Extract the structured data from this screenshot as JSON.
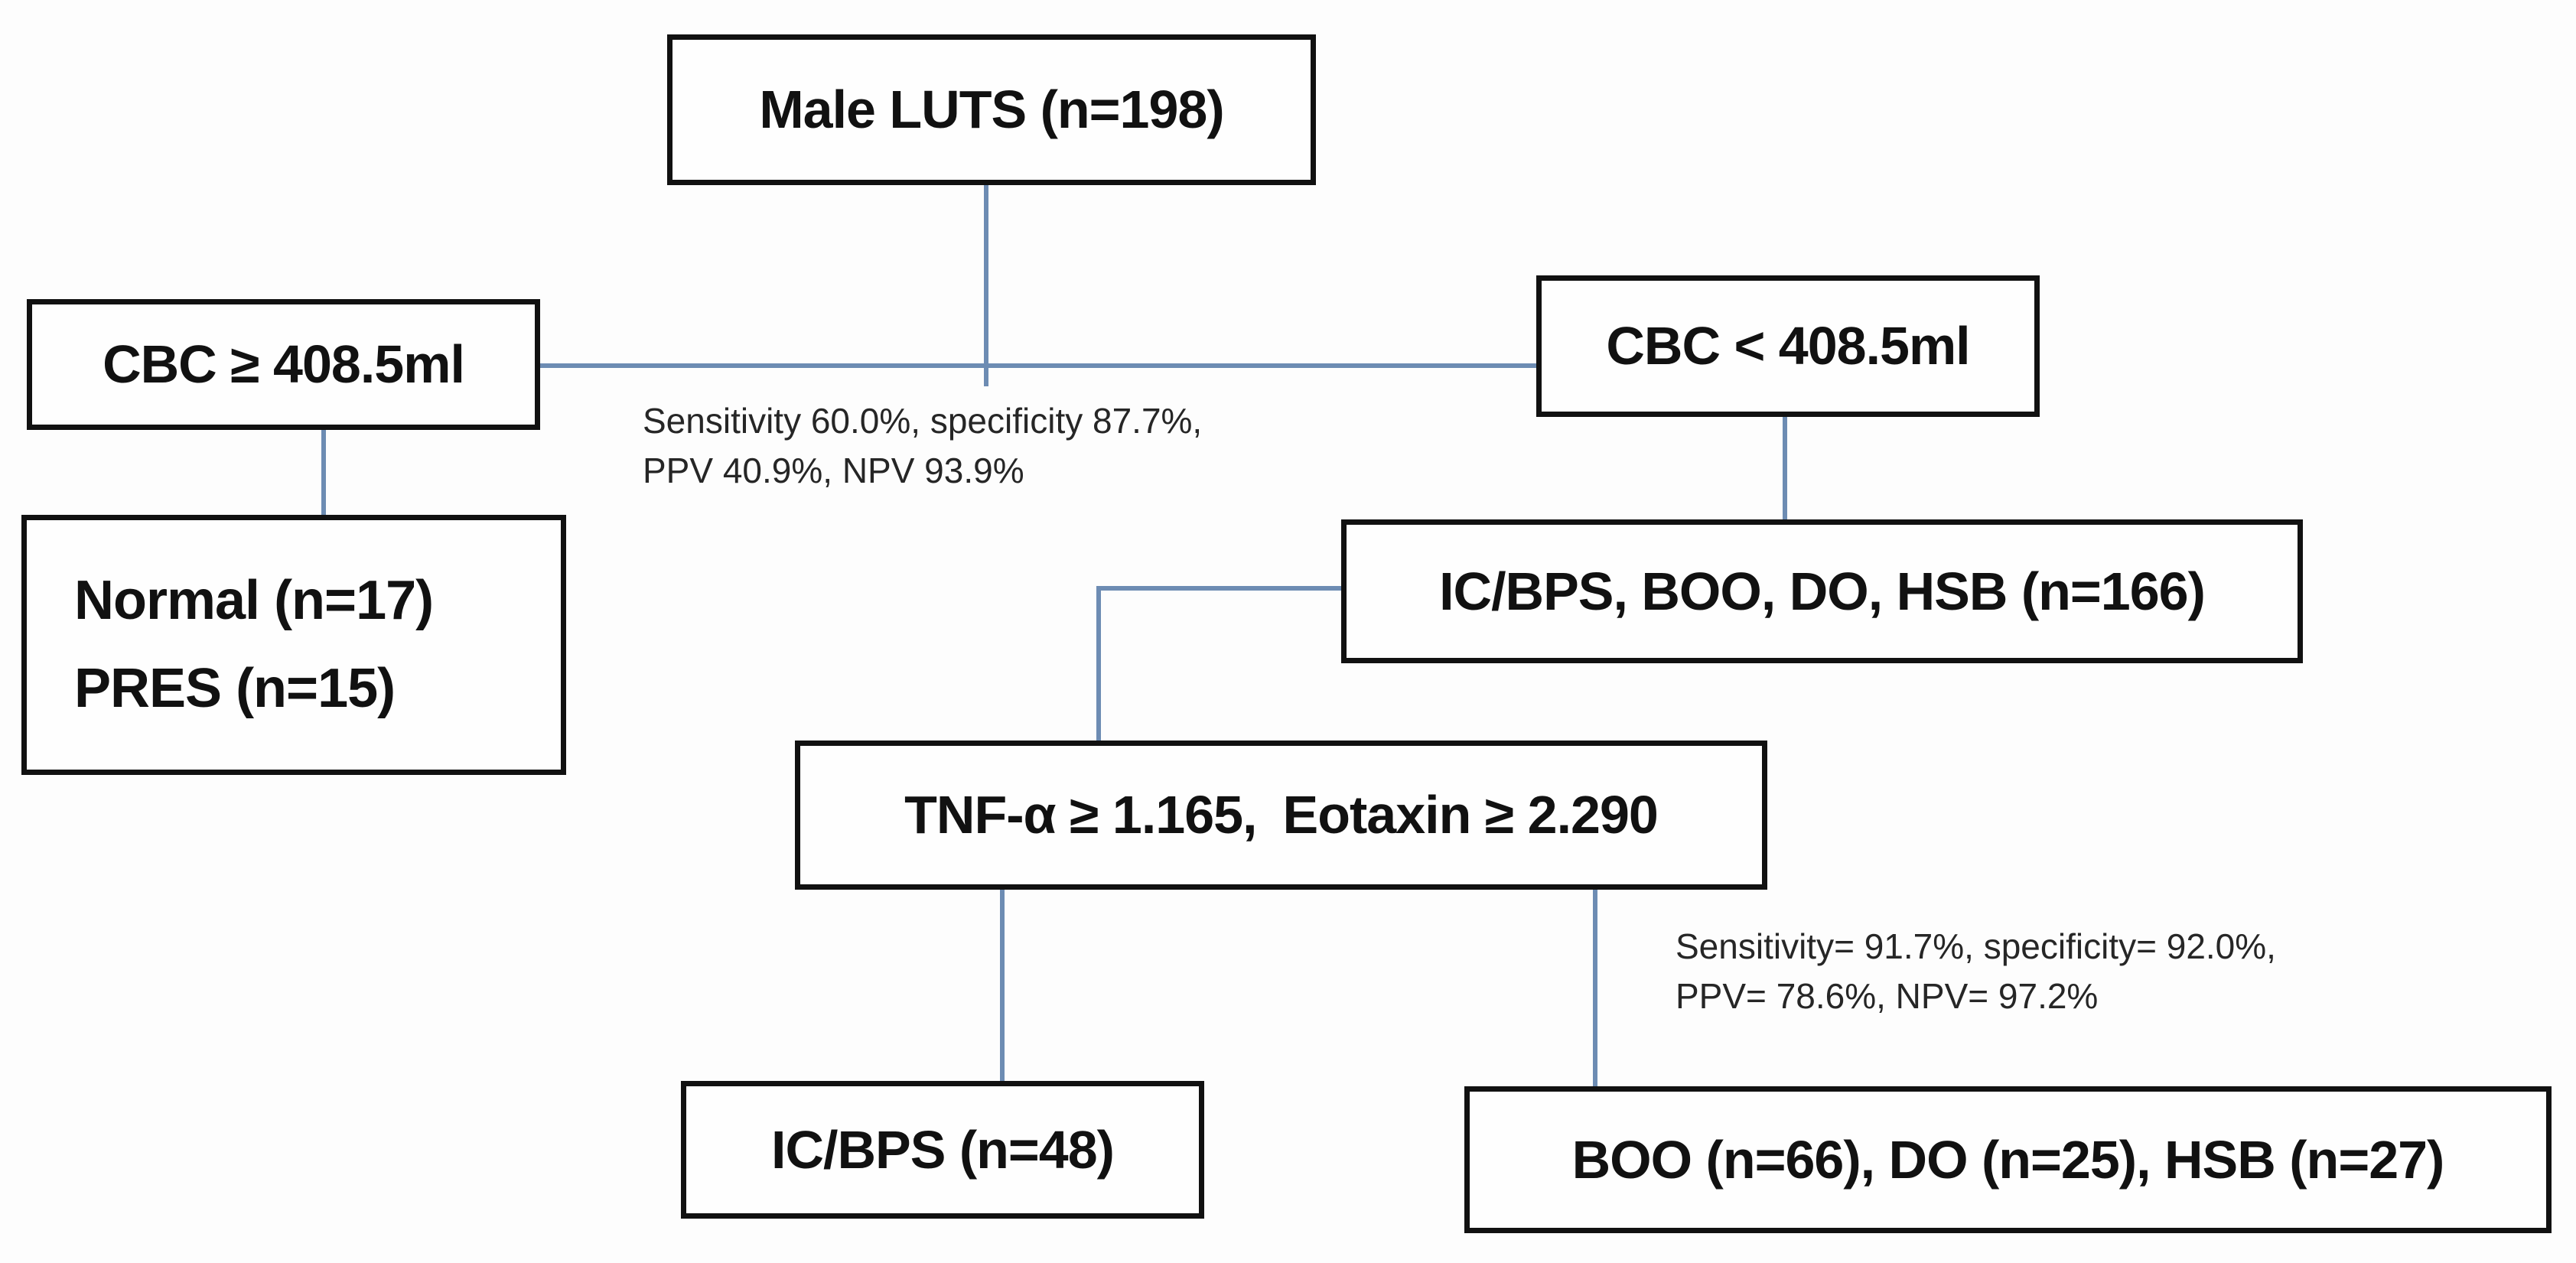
{
  "diagram": {
    "root_box": {
      "label": "Male LUTS (n=198)"
    },
    "left_branch": {
      "condition_box": {
        "label": "CBC ≥ 408.5ml"
      },
      "outcome_box": {
        "line1": "Normal (n=17)",
        "line2": "PRES (n=15)"
      }
    },
    "right_branch": {
      "condition_box": {
        "label": "CBC < 408.5ml"
      },
      "outcome_box": {
        "label": "IC/BPS, BOO, DO, HSB (n=166)"
      }
    },
    "first_split_stats": {
      "line1": "Sensitivity 60.0%, specificity 87.7%,",
      "line2": "PPV 40.9%, NPV 93.9%"
    },
    "second_test_box": {
      "label": "TNF-α ≥ 1.165, Eotaxin ≥ 2.290"
    },
    "second_split_stats": {
      "line1": "Sensitivity= 91.7%, specificity= 92.0%,",
      "line2": "PPV= 78.6%, NPV= 97.2%"
    },
    "final_left_box": {
      "label": "IC/BPS (n=48)"
    },
    "final_right_box": {
      "label": "BOO (n=66), DO (n=25), HSB (n=27)"
    }
  },
  "colors": {
    "background": "#fdfdfd",
    "box_border": "#111111",
    "box_text": "#111111",
    "connector_line": "#6d8cb3",
    "stats_text": "#262626"
  }
}
